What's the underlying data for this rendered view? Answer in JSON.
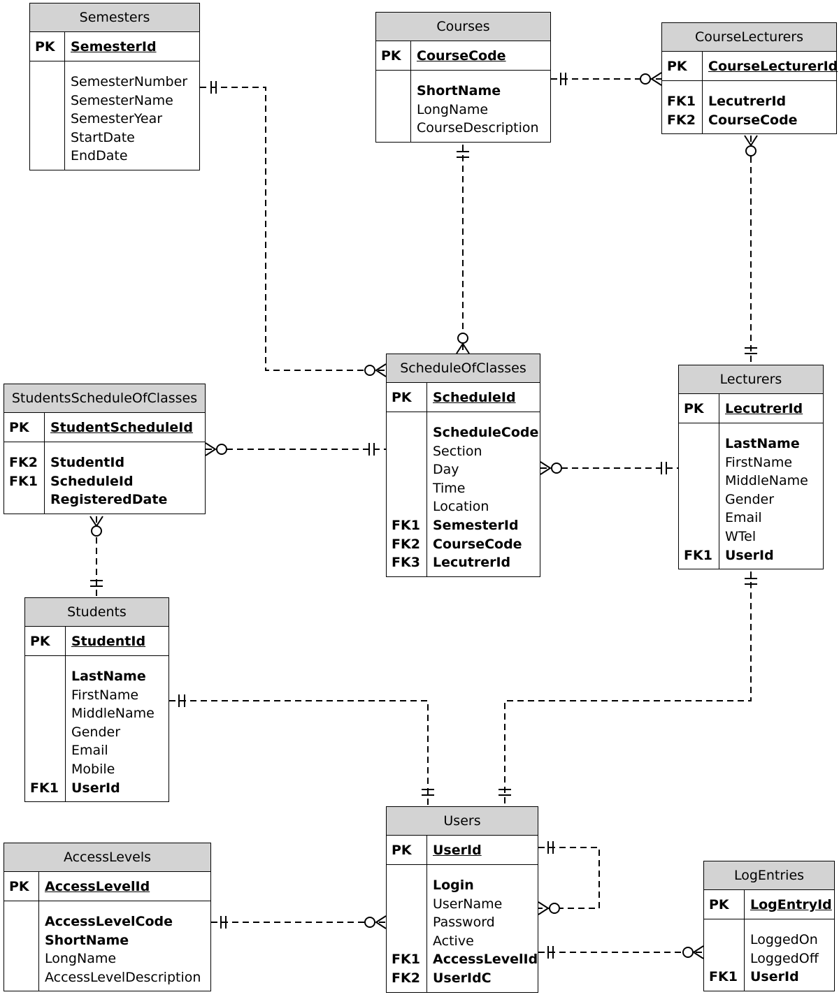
{
  "entities": {
    "semesters": {
      "title": "Semesters",
      "pk_label": "PK",
      "pk_field": "SemesterId",
      "attrs": [
        {
          "key": "",
          "name": "SemesterNumber",
          "bold": false
        },
        {
          "key": "",
          "name": "SemesterName",
          "bold": false
        },
        {
          "key": "",
          "name": "SemesterYear",
          "bold": false
        },
        {
          "key": "",
          "name": "StartDate",
          "bold": false
        },
        {
          "key": "",
          "name": "EndDate",
          "bold": false
        }
      ]
    },
    "courses": {
      "title": "Courses",
      "pk_label": "PK",
      "pk_field": "CourseCode",
      "attrs": [
        {
          "key": "",
          "name": "ShortName",
          "bold": true
        },
        {
          "key": "",
          "name": "LongName",
          "bold": false
        },
        {
          "key": "",
          "name": "CourseDescription",
          "bold": false
        }
      ]
    },
    "course_lecturers": {
      "title": "CourseLecturers",
      "pk_label": "PK",
      "pk_field": "CourseLecturerId",
      "attrs": [
        {
          "key": "FK1",
          "name": "LecutrerId",
          "bold": true
        },
        {
          "key": "FK2",
          "name": "CourseCode",
          "bold": true
        }
      ]
    },
    "schedule_of_classes": {
      "title": "ScheduleOfClasses",
      "pk_label": "PK",
      "pk_field": "ScheduleId",
      "attrs": [
        {
          "key": "",
          "name": "ScheduleCode",
          "bold": true
        },
        {
          "key": "",
          "name": "Section",
          "bold": false
        },
        {
          "key": "",
          "name": "Day",
          "bold": false
        },
        {
          "key": "",
          "name": "Time",
          "bold": false
        },
        {
          "key": "",
          "name": "Location",
          "bold": false
        },
        {
          "key": "FK1",
          "name": "SemesterId",
          "bold": true
        },
        {
          "key": "FK2",
          "name": "CourseCode",
          "bold": true
        },
        {
          "key": "FK3",
          "name": "LecutrerId",
          "bold": true
        }
      ]
    },
    "students_schedule": {
      "title": "StudentsScheduleOfClasses",
      "pk_label": "PK",
      "pk_field": "StudentScheduleId",
      "attrs": [
        {
          "key": "FK2",
          "name": "StudentId",
          "bold": true
        },
        {
          "key": "FK1",
          "name": "ScheduleId",
          "bold": true
        },
        {
          "key": "",
          "name": "RegisteredDate",
          "bold": true
        }
      ]
    },
    "lecturers": {
      "title": "Lecturers",
      "pk_label": "PK",
      "pk_field": "LecutrerId",
      "attrs": [
        {
          "key": "",
          "name": "LastName",
          "bold": true
        },
        {
          "key": "",
          "name": "FirstName",
          "bold": false
        },
        {
          "key": "",
          "name": "MiddleName",
          "bold": false
        },
        {
          "key": "",
          "name": "Gender",
          "bold": false
        },
        {
          "key": "",
          "name": "Email",
          "bold": false
        },
        {
          "key": "",
          "name": "WTel",
          "bold": false
        },
        {
          "key": "FK1",
          "name": "UserId",
          "bold": true
        }
      ]
    },
    "students": {
      "title": "Students",
      "pk_label": "PK",
      "pk_field": "StudentId",
      "attrs": [
        {
          "key": "",
          "name": "LastName",
          "bold": true
        },
        {
          "key": "",
          "name": "FirstName",
          "bold": false
        },
        {
          "key": "",
          "name": "MiddleName",
          "bold": false
        },
        {
          "key": "",
          "name": "Gender",
          "bold": false
        },
        {
          "key": "",
          "name": "Email",
          "bold": false
        },
        {
          "key": "",
          "name": "Mobile",
          "bold": false
        },
        {
          "key": "FK1",
          "name": "UserId",
          "bold": true
        }
      ]
    },
    "users": {
      "title": "Users",
      "pk_label": "PK",
      "pk_field": "UserId",
      "attrs": [
        {
          "key": "",
          "name": "Login",
          "bold": true
        },
        {
          "key": "",
          "name": "UserName",
          "bold": false
        },
        {
          "key": "",
          "name": "Password",
          "bold": false
        },
        {
          "key": "",
          "name": "Active",
          "bold": false
        },
        {
          "key": "FK1",
          "name": "AccessLevelId",
          "bold": true
        },
        {
          "key": "FK2",
          "name": "UserIdC",
          "bold": true
        }
      ]
    },
    "access_levels": {
      "title": "AccessLevels",
      "pk_label": "PK",
      "pk_field": "AccessLevelId",
      "attrs": [
        {
          "key": "",
          "name": "AccessLevelCode",
          "bold": true
        },
        {
          "key": "",
          "name": "ShortName",
          "bold": true
        },
        {
          "key": "",
          "name": "LongName",
          "bold": false
        },
        {
          "key": "",
          "name": "AccessLevelDescription",
          "bold": false
        }
      ]
    },
    "log_entries": {
      "title": "LogEntries",
      "pk_label": "PK",
      "pk_field": "LogEntryId",
      "attrs": [
        {
          "key": "",
          "name": "LoggedOn",
          "bold": false
        },
        {
          "key": "",
          "name": "LoggedOff",
          "bold": false
        },
        {
          "key": "FK1",
          "name": "UserId",
          "bold": true
        }
      ]
    }
  },
  "relationships": [
    {
      "from": "semesters",
      "from_end": "one",
      "to": "schedule_of_classes",
      "to_end": "zero-or-many"
    },
    {
      "from": "courses",
      "from_end": "one",
      "to": "schedule_of_classes",
      "to_end": "zero-or-many"
    },
    {
      "from": "courses",
      "from_end": "one",
      "to": "course_lecturers",
      "to_end": "zero-or-many"
    },
    {
      "from": "lecturers",
      "from_end": "one",
      "to": "course_lecturers",
      "to_end": "zero-or-many"
    },
    {
      "from": "schedule_of_classes",
      "from_end": "one",
      "to": "students_schedule",
      "to_end": "zero-or-many"
    },
    {
      "from": "lecturers",
      "from_end": "one",
      "to": "schedule_of_classes",
      "to_end": "zero-or-many"
    },
    {
      "from": "students",
      "from_end": "one",
      "to": "students_schedule",
      "to_end": "zero-or-many"
    },
    {
      "from": "users",
      "from_end": "one",
      "to": "students",
      "to_end": "one"
    },
    {
      "from": "users",
      "from_end": "one",
      "to": "lecturers",
      "to_end": "one"
    },
    {
      "from": "access_levels",
      "from_end": "one",
      "to": "users",
      "to_end": "zero-or-many"
    },
    {
      "from": "users",
      "from_end": "one",
      "to": "users",
      "to_end": "zero-or-many"
    },
    {
      "from": "users",
      "from_end": "one",
      "to": "log_entries",
      "to_end": "zero-or-many"
    }
  ]
}
